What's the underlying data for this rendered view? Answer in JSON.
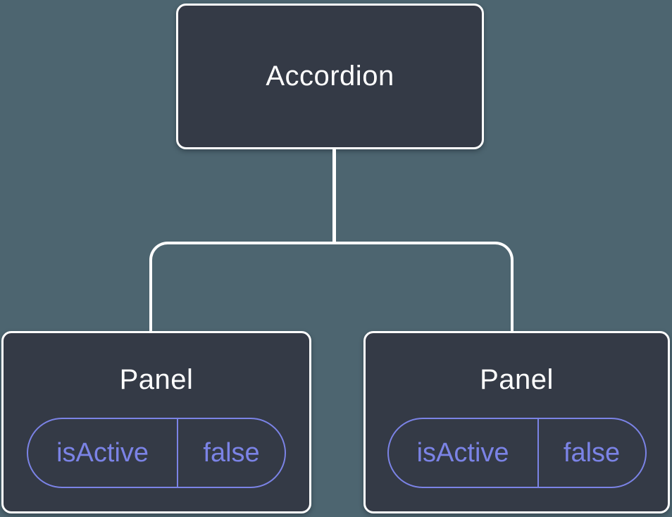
{
  "tree": {
    "root": {
      "label": "Accordion"
    },
    "children": [
      {
        "label": "Panel",
        "state": {
          "key": "isActive",
          "value": "false"
        }
      },
      {
        "label": "Panel",
        "state": {
          "key": "isActive",
          "value": "false"
        }
      }
    ]
  },
  "colors": {
    "background": "#4d6570",
    "node_fill": "#343a46",
    "node_border": "#ffffff",
    "connector": "#ffffff",
    "state_accent": "#7b83e6"
  }
}
